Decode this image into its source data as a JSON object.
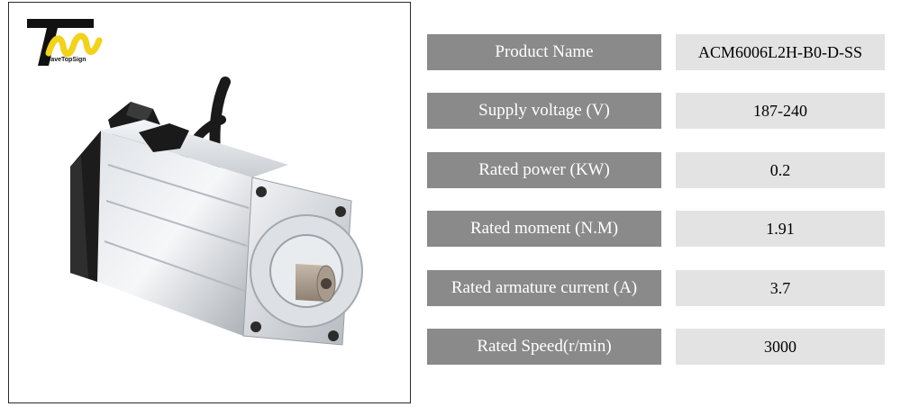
{
  "logo": {
    "brand_text": "WaveTopSign"
  },
  "specs": [
    {
      "label": "Product Name",
      "value": "ACM6006L2H-B0-D-SS"
    },
    {
      "label": "Supply voltage (V)",
      "value": "187-240"
    },
    {
      "label": "Rated power (KW)",
      "value": "0.2"
    },
    {
      "label": "Rated moment (N.M)",
      "value": "1.91"
    },
    {
      "label": "Rated armature current (A)",
      "value": "3.7"
    },
    {
      "label": "Rated Speed(r/min)",
      "value": "3000"
    }
  ],
  "colors": {
    "label_bg": "#8a8a8a",
    "value_bg": "#e3e3e3",
    "logo_yellow": "#f2d21a"
  }
}
